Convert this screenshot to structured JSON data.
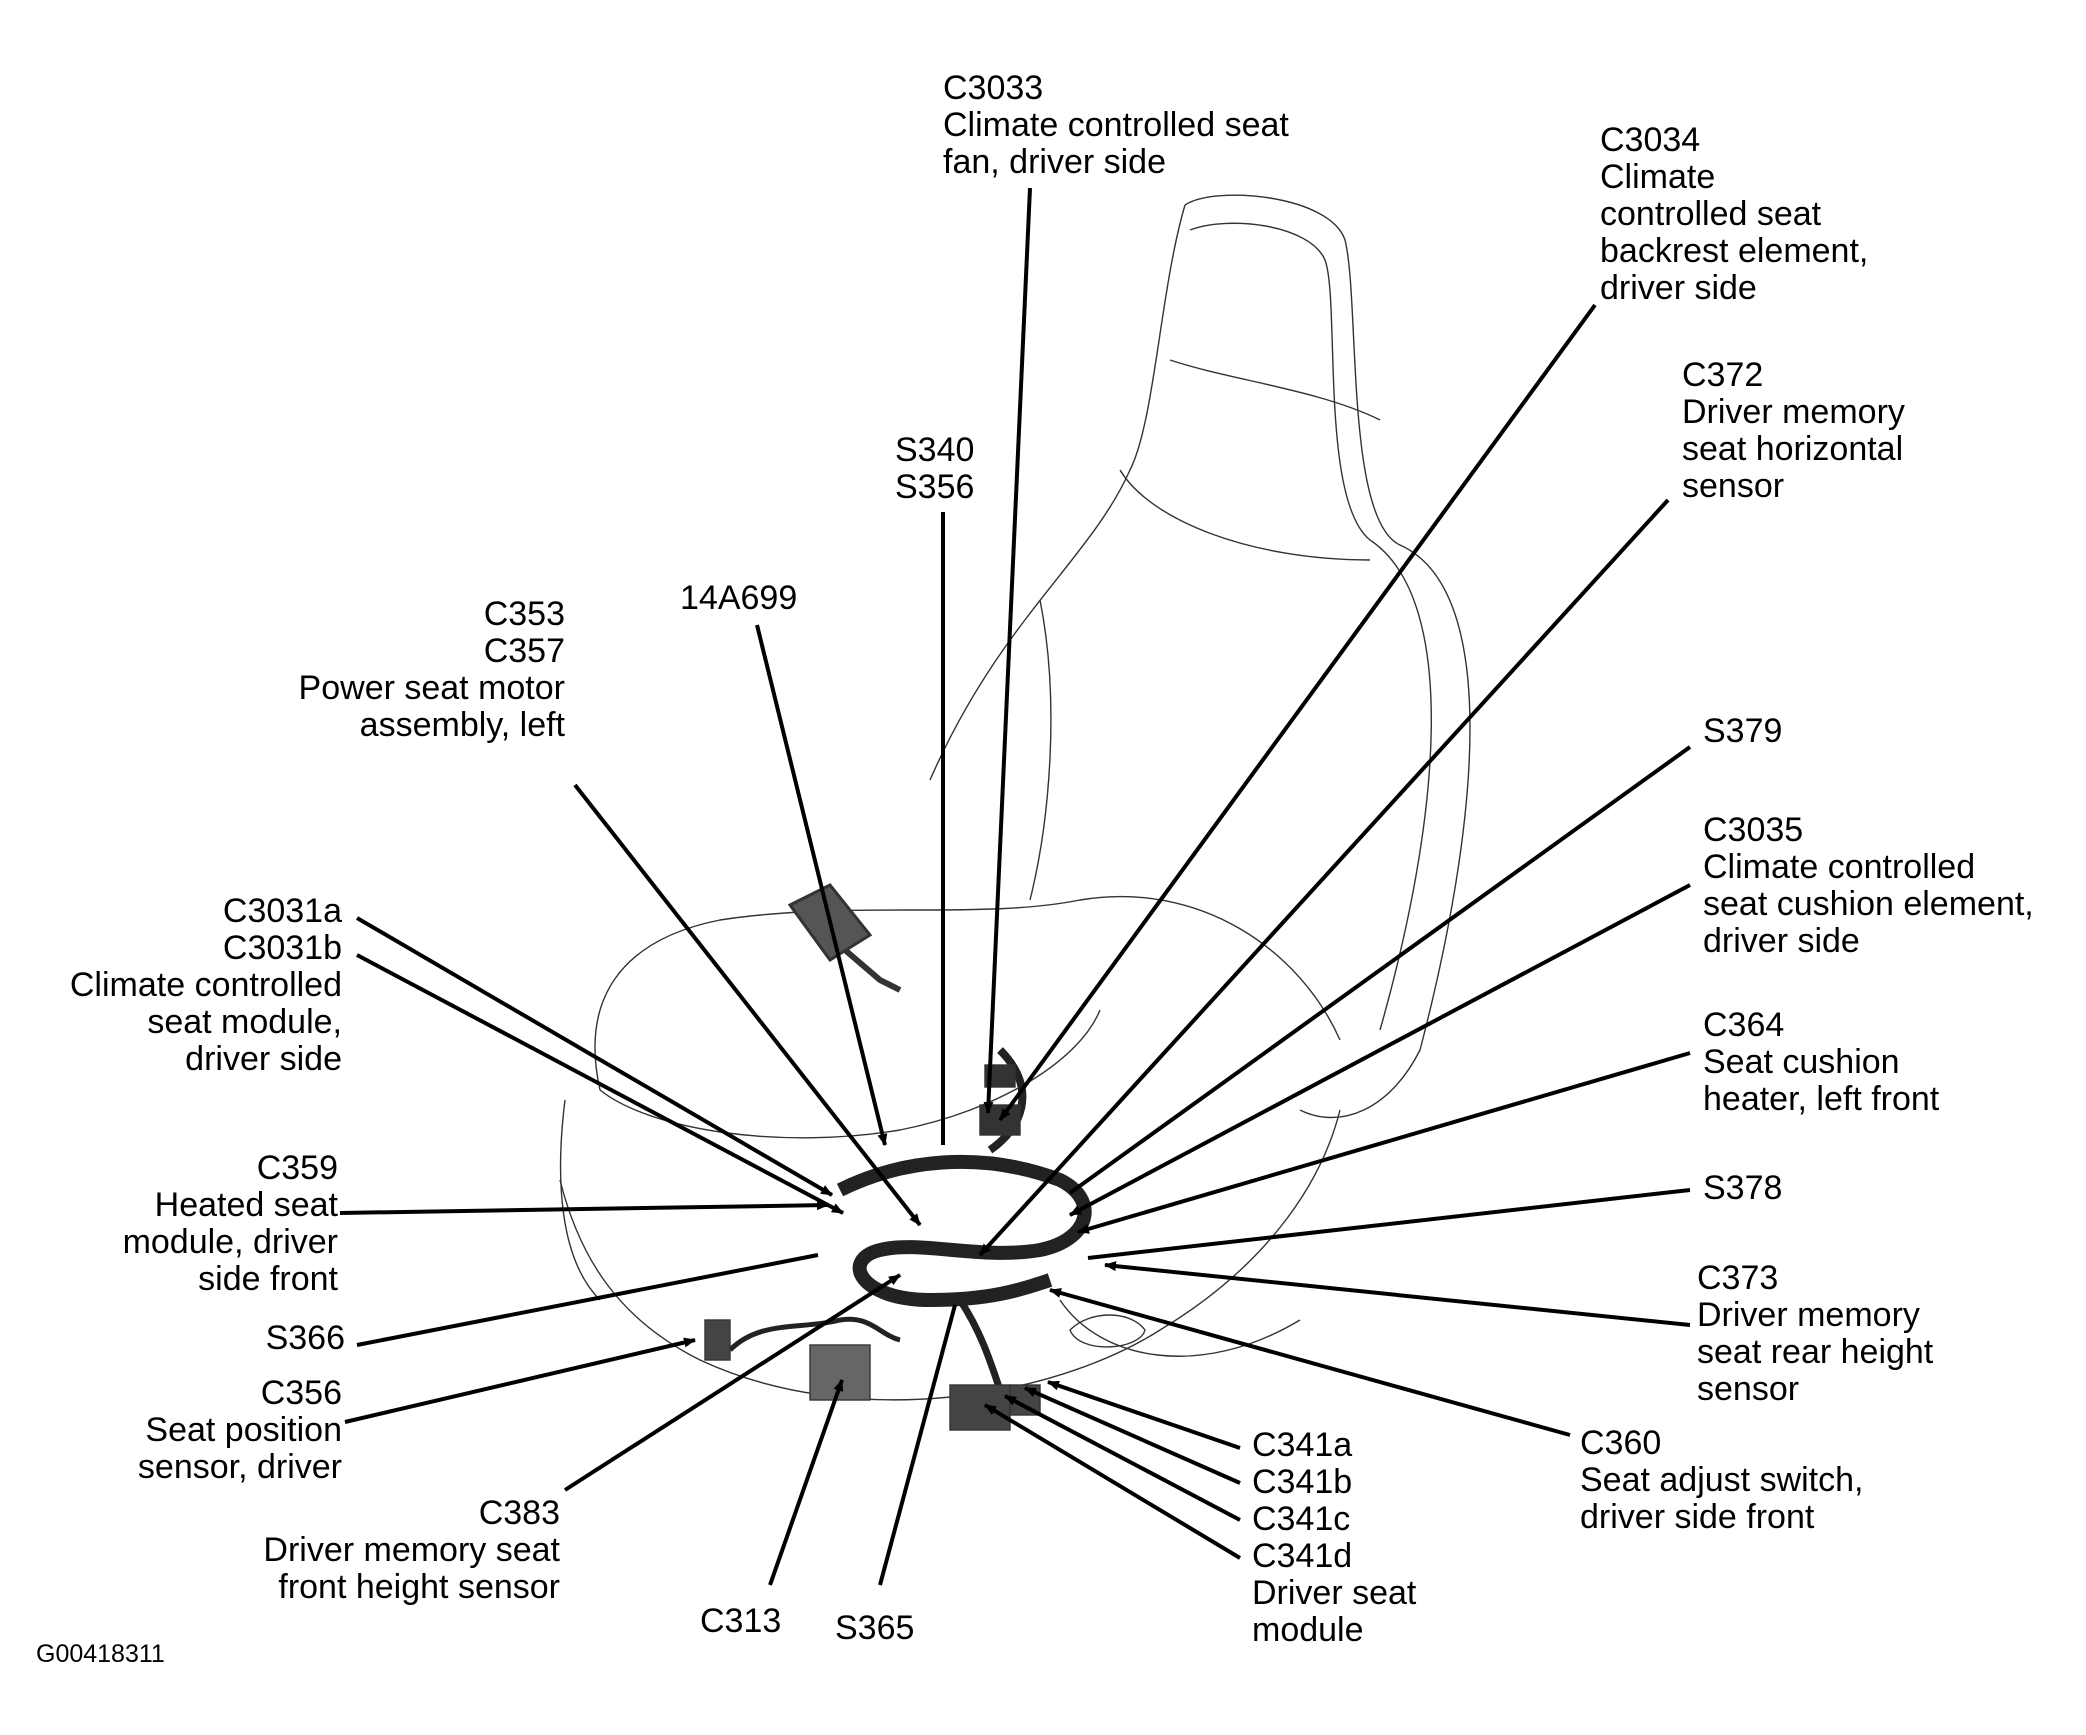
{
  "figure_id": "G00418311",
  "callouts": {
    "c3033": [
      "C3033",
      "Climate controlled seat",
      "fan, driver side"
    ],
    "c3034": [
      "C3034",
      "Climate",
      "controlled seat",
      "backrest element,",
      "driver side"
    ],
    "c372": [
      "C372",
      "Driver memory",
      "seat horizontal",
      "sensor"
    ],
    "s340_s356": [
      "S340",
      "S356"
    ],
    "a14a699": [
      "14A699"
    ],
    "c353_c357": [
      "C353",
      "C357",
      "Power seat motor",
      "assembly, left"
    ],
    "s379": [
      "S379"
    ],
    "c3035": [
      "C3035",
      "Climate controlled",
      "seat cushion element,",
      "driver side"
    ],
    "c3031": [
      "C3031a",
      "C3031b",
      "Climate controlled",
      "seat module,",
      "driver side"
    ],
    "c364": [
      "C364",
      "Seat cushion",
      "heater, left front"
    ],
    "c359": [
      "C359",
      "Heated seat",
      "module, driver",
      "side front"
    ],
    "s378": [
      "S378"
    ],
    "c373": [
      "C373",
      "Driver memory",
      "seat rear height",
      "sensor"
    ],
    "s366": [
      "S366"
    ],
    "c356": [
      "C356",
      "Seat position",
      "sensor, driver"
    ],
    "c360": [
      "C360",
      "Seat adjust switch,",
      "driver side front"
    ],
    "c383": [
      "C383",
      "Driver memory seat",
      "front height sensor"
    ],
    "c341": [
      "C341a",
      "C341b",
      "C341c",
      "C341d",
      "Driver seat",
      "module"
    ],
    "c313": [
      "C313"
    ],
    "s365": [
      "S365"
    ]
  }
}
